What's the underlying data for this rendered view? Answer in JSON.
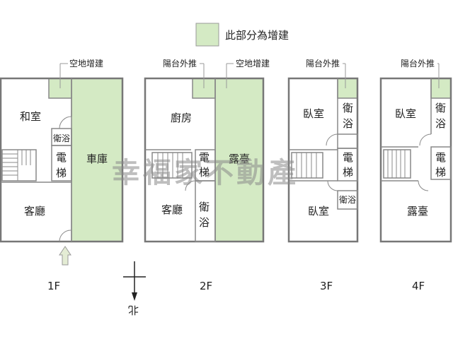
{
  "legend": {
    "text": "此部分為增建",
    "color": "#d4eac4"
  },
  "watermark": "幸福家不動產",
  "compass": {
    "label": "北"
  },
  "floors": [
    {
      "label": "1F",
      "rooms": [
        "和室",
        "衛浴",
        "電",
        "梯",
        "車庫",
        "客廳"
      ],
      "annotations": [
        "空地增建"
      ]
    },
    {
      "label": "2F",
      "rooms": [
        "廚房",
        "電",
        "梯",
        "客廳",
        "衛",
        "浴",
        "露臺"
      ],
      "annotations": [
        "陽台外推",
        "空地增建"
      ]
    },
    {
      "label": "3F",
      "rooms": [
        "臥室",
        "衛",
        "浴",
        "電",
        "梯",
        "衛浴",
        "臥室"
      ],
      "annotations": [
        "陽台外推"
      ]
    },
    {
      "label": "4F",
      "rooms": [
        "臥室",
        "衛",
        "浴",
        "電",
        "梯",
        "露臺"
      ],
      "annotations": [
        "陽台外推"
      ]
    }
  ],
  "colors": {
    "wall": "#777777",
    "addition": "#d4eac4",
    "entrance_arrow": "#e4ecd4"
  },
  "icons": [
    "entrance-arrow-icon",
    "compass-icon"
  ]
}
